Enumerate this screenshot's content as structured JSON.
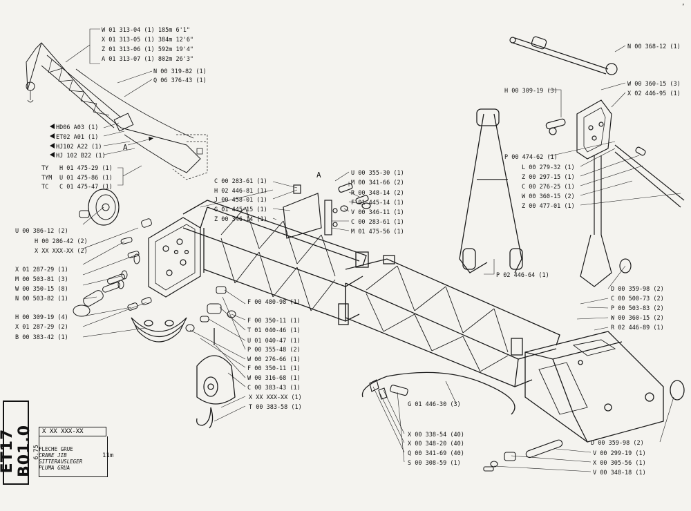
{
  "sheet": {
    "code": "ET17 B01.0",
    "date": "6.75",
    "part_number": "X XX XXX-XX",
    "names": [
      "FLECHE GRUE",
      "CRANE JIB",
      "GITTERAUSLEGER",
      "PLUMA GRUA"
    ],
    "size_label": "11m",
    "corner_mark": "ʼ"
  },
  "jib_variants": [
    "W 01 313-04 (1) 185m 6'1\"",
    "X 01 313-05 (1) 384m 12'6\"",
    "Z 01 313-06 (1) 592m 19'4\"",
    "A 01 313-07 (1) 802m 26'3\""
  ],
  "variant_parts": [
    "N 00 319-82 (1)",
    "Q 06 376-43 (1)"
  ],
  "hd_parts": [
    "HD06 A03 (1)",
    "ET02 A01 (1)",
    "HJ102 A22 (1)",
    "HJ 102 B22 (1)"
  ],
  "detail_marker": "A",
  "type_rows": [
    {
      "type": "TY",
      "part": "H 01 475-29 (1)"
    },
    {
      "type": "TYM",
      "part": "U 01 475-86 (1)"
    },
    {
      "type": "TC",
      "part": "C 01 475-47 (1)"
    }
  ],
  "callouts": {
    "c1": "C 00 283-61 (1)",
    "h1": "H 02 446-81 (1)",
    "j1": "J 00 458-01 (1)",
    "g1": "G 01 445-15 (1)",
    "z1": "Z 00 346-14 (1)",
    "u1": "U 00 355-30 (1)",
    "m1": "M 00 341-66 (2)",
    "r1": "R 00 348-14 (2)",
    "f1": "F 01 445-14 (1)",
    "v1": "V 00 346-11 (1)",
    "c2": "C 00 283-61 (1)",
    "m2": "M 01 475-56 (1)",
    "u2": "U 00 386-12 (2)",
    "h2": "H 00 286-42 (2)",
    "x1": "X XX XXX-XX (2)",
    "x2": "X 01 287-29 (1)",
    "m3": "M 00 503-81 (3)",
    "w1": "W 00 350-15 (8)",
    "n1": "N 00 503-82 (1)",
    "h3": "H 00 309-19 (4)",
    "x3": "X 01 287-29 (2)",
    "b1": "B 00 383-42 (1)",
    "f2": "F 00 480-98 (1)",
    "f3": "F 00 350-11 (1)",
    "t1": "T 01 040-46 (1)",
    "u3": "U 01 040-47 (1)",
    "p1": "P 00 355-48 (2)",
    "w2": "W 00 276-66 (1)",
    "f4": "F 00 350-11 (1)",
    "w3": "W 00 316-68 (1)",
    "c3": "C 00 383-43 (1)",
    "x4": "X XX XXX-XX (1)",
    "t2": "T 00 383-58 (1)",
    "n2": "N 00 368-12 (1)",
    "w4": "W 00 360-15 (3)",
    "x5": "X 02 446-95 (1)",
    "h4": "H 00 309-19 (3)",
    "p2": "P 00 474-62 (1)",
    "l1": "L 00 279-32 (1)",
    "z2": "Z 00 297-15 (1)",
    "c4": "C 00 276-25 (1)",
    "w5": "W 00 360-15 (2)",
    "z3": "Z 00 477-01 (1)",
    "p3": "P 02 446-64 (1)",
    "d1": "D 00 359-98 (2)",
    "c5": "C 00 500-73 (2)",
    "p4": "P 00 503-83 (2)",
    "w6": "W 00 360-15 (2)",
    "r2": "R 02 446-89 (1)",
    "g2": "G 01 446-30 (3)",
    "x6": "X 00 338-54 (40)",
    "x7": "X 00 348-20 (40)",
    "q1": "Q 00 341-69 (40)",
    "s1": "S 00 308-59 (1)",
    "d2": "D 00 359-98 (2)",
    "v2": "V 00 299-19 (1)",
    "x8": "X 00 305-56 (1)",
    "v3": "V 00 348-18 (1)"
  }
}
